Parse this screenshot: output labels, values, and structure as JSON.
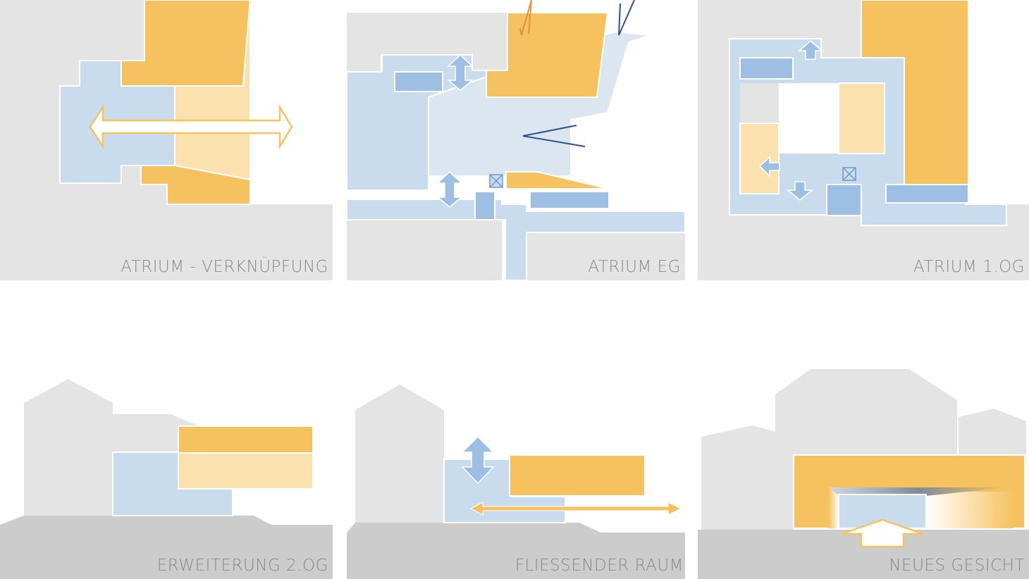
{
  "panels": {
    "p1": {
      "label": "ATRIUM - VERKNÜPFUNG"
    },
    "p2": {
      "label": "ATRIUM EG"
    },
    "p3": {
      "label": "ATRIUM 1.OG"
    },
    "p4": {
      "label": "ERWEITERUNG 2.OG"
    },
    "p5": {
      "label": "FLIESSENDER RAUM"
    },
    "p6": {
      "label": "NEUES GESICHT"
    }
  },
  "colors": {
    "grey": "#e4e4e4",
    "ground": "#cccccc",
    "orange": "#f6c25f",
    "orange_light": "#fbe1ae",
    "blue_light": "#c9dcee",
    "blue_pale": "#dbe6f0",
    "blue_mid": "#9dbfe3",
    "navy": "#2f4f8f"
  }
}
